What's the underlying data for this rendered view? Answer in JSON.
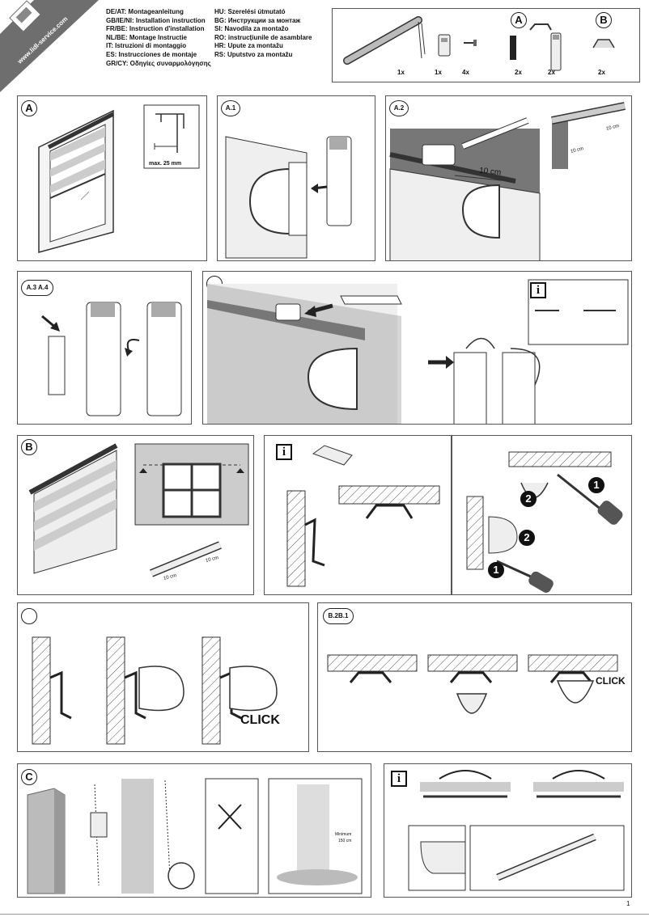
{
  "brand": {
    "url": "www.lidl-service.com"
  },
  "languages": {
    "col1": [
      "DE/AT: Montageanleitung",
      "GB/IE/NI: Installation instruction",
      "FR/BE: Instruction d'installation",
      "NL/BE: Montage Instructie",
      "IT: Istruzioni di montaggio",
      "ES: Instrucciones de montaje",
      "GR/CY: Οδηγίες συναρμολόγησης"
    ],
    "col2": [
      "HU: Szerelési útmutató",
      "BG: Инструкции за монтаж",
      "SI:  Navodila za montažo",
      "RO: instrucțiunile de asamblare",
      "HR: Upute za montažu",
      "RS: Uputstvo za montažu"
    ]
  },
  "parts": {
    "section_a": "A",
    "section_b": "B",
    "qty": [
      "1x",
      "1x",
      "4x",
      "2x",
      "2x",
      "2x"
    ]
  },
  "panels": {
    "a_main": {
      "badge": "A",
      "max_label": "max. 25 mm"
    },
    "a1": {
      "label": "A.1"
    },
    "a2": {
      "label": "A.2",
      "dim_main": "10 cm",
      "dim_side1": "10 cm",
      "dim_side2": "10 cm"
    },
    "a34": {
      "label": "A.3 A.4"
    },
    "a5": {
      "info": "i"
    },
    "b_main": {
      "badge": "B",
      "dim1": "10 cm",
      "dim2": "10 cm"
    },
    "b_info": {
      "info": "i"
    },
    "b_remove": {
      "num1": "1",
      "num2": "2"
    },
    "b2": {
      "click": "CLICK"
    },
    "b21": {
      "label": "B.2B.1",
      "click": "CLICK"
    },
    "c": {
      "badge": "C",
      "min_label_1": "Minimum",
      "min_label_2": "150 cm"
    },
    "c_info": {
      "info": "i"
    }
  },
  "page_number": "1"
}
